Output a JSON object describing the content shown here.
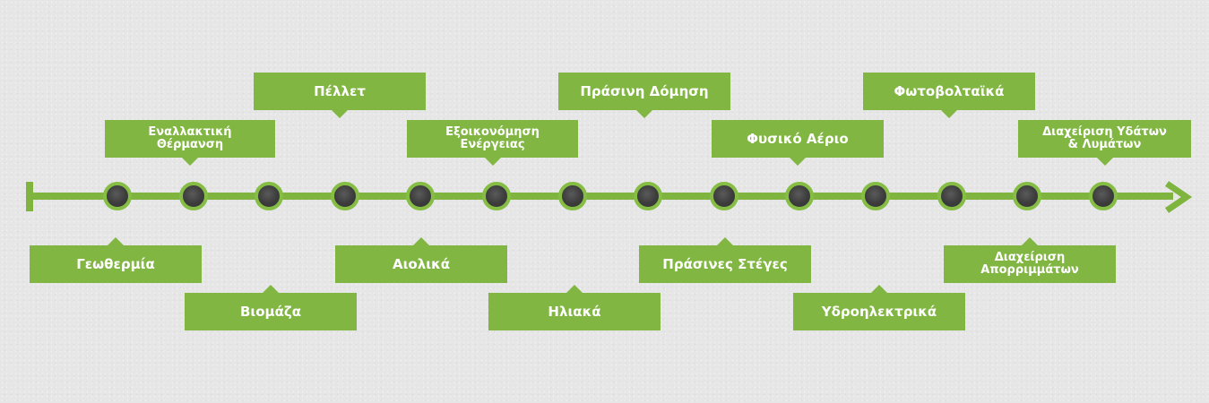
{
  "colors": {
    "accent": "#80b641",
    "node": "#3c3c3c",
    "background": "#e6e6e6"
  },
  "timeline": {
    "node_count": 14,
    "labels_above": [
      {
        "id": "enallaktiki",
        "text": "Εναλλακτική\nΘέρμανση"
      },
      {
        "id": "pellet",
        "text": "Πέλλετ"
      },
      {
        "id": "exoikonomisi",
        "text": "Εξοικονόμηση\nΕνέργειας"
      },
      {
        "id": "prasini-domisi",
        "text": "Πράσινη Δόμηση"
      },
      {
        "id": "fysiko-aerio",
        "text": "Φυσικό Αέριο"
      },
      {
        "id": "fotovoltaika",
        "text": "Φωτοβολταϊκά"
      },
      {
        "id": "ydaton",
        "text": "Διαχείριση Υδάτων\n& Λυμάτων"
      }
    ],
    "labels_below": [
      {
        "id": "geothermia",
        "text": "Γεωθερμία"
      },
      {
        "id": "viomaza",
        "text": "Βιομάζα"
      },
      {
        "id": "aiolika",
        "text": "Αιολικά"
      },
      {
        "id": "iliaka",
        "text": "Ηλιακά"
      },
      {
        "id": "prasines-steges",
        "text": "Πράσινες Στέγες"
      },
      {
        "id": "ydroilektrika",
        "text": "Υδροηλεκτρικά"
      },
      {
        "id": "aporrimmaton",
        "text": "Διαχείριση\nΑπορριμμάτων"
      }
    ]
  }
}
